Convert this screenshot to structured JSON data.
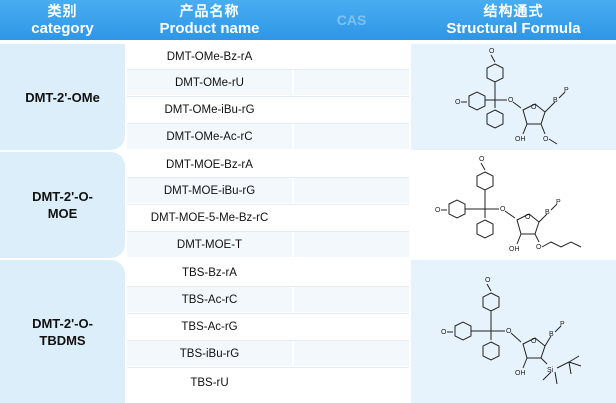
{
  "header": {
    "category_zh": "类别",
    "category_en": "category",
    "product_zh": "产品名称",
    "product_en": "Product name",
    "cas": "CAS",
    "formula_zh": "结构通式",
    "formula_en": "Structural Formula"
  },
  "groups": [
    {
      "category": [
        "DMT-2'-OMe"
      ],
      "products": [
        "DMT-OMe-Bz-rA",
        "DMT-OMe-rU",
        "DMT-OMe-iBu-rG",
        "DMT-OMe-Ac-rC"
      ],
      "formula": {
        "labels": [
          "O",
          "O",
          "O",
          "B",
          "P",
          "OH",
          "O",
          "O"
        ]
      }
    },
    {
      "category": [
        "DMT-2'-O-",
        "MOE"
      ],
      "products": [
        "DMT-MOE-Bz-rA",
        "DMT-MOE-iBu-rG",
        "DMT-MOE-5-Me-Bz-rC",
        "DMT-MOE-T"
      ],
      "formula": {
        "labels": [
          "O",
          "O",
          "O",
          "B",
          "P",
          "OH",
          "O",
          "O"
        ]
      }
    },
    {
      "category": [
        "DMT-2'-O-",
        "TBDMS"
      ],
      "products": [
        "TBS-Bz-rA",
        "TBS-Ac-rC",
        "TBS-Ac-rG",
        "TBS-iBu-rG",
        "TBS-rU"
      ],
      "formula": {
        "labels": [
          "O",
          "O",
          "O",
          "B",
          "P",
          "OH",
          "O",
          "Si"
        ]
      }
    }
  ],
  "colors": {
    "header": "#3aa0ea",
    "category_bg": "#ddeefb",
    "row_alt": "#f3f8fc"
  }
}
